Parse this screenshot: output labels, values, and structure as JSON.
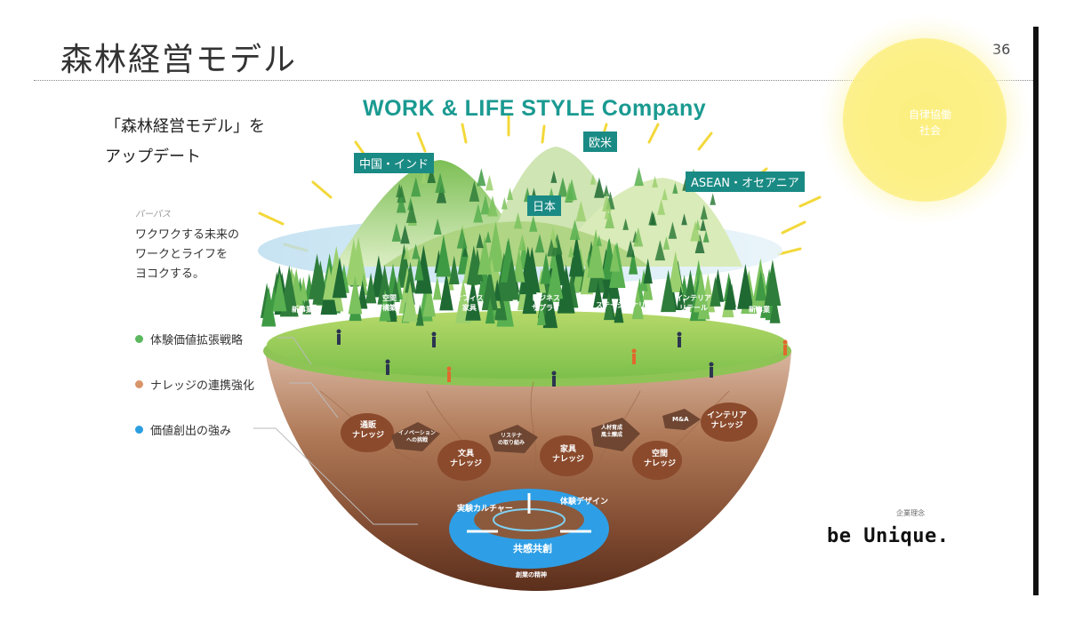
{
  "page": {
    "title": "森林経営モデル",
    "number": "36"
  },
  "left": {
    "subtitle": "「森林経営モデル」を\nアップデート",
    "purpose_label": "パーパス",
    "purpose_text": "ワクワクする未来の\nワークとライフを\nヨコクする。",
    "bullets": [
      {
        "label": "体験価値拡張戦略",
        "color": "#5bb85d"
      },
      {
        "label": "ナレッジの連携強化",
        "color": "#d9956a"
      },
      {
        "label": "価値創出の強み",
        "color": "#2b9ee0"
      }
    ]
  },
  "diagram": {
    "banner": "WORK & LIFE STYLE Company",
    "sun_label": "自律協働\n社会",
    "regions": [
      "中国・インド",
      "欧米",
      "日本",
      "ASEAN・オセアニア"
    ],
    "businesses": [
      "新事業",
      "空間\n構築",
      "オフィス\n家具",
      "ビジネス\nサプライ",
      "ステーショナリー",
      "インテリア\nリテール",
      "新事業"
    ],
    "knowledge": [
      "通販\nナレッジ",
      "イノベーション\nへの挑戦",
      "文具\nナレッジ",
      "リステナ\nの取り組み",
      "家具\nナレッジ",
      "人材育成\n風土醸成",
      "空間\nナレッジ",
      "M&A",
      "インテリア\nナレッジ"
    ],
    "core": [
      "実験カルチャー",
      "体験デザイン",
      "共感共創"
    ],
    "foundation": "創業の精神"
  },
  "philosophy": {
    "label": "企業理念",
    "text": "be Unique."
  },
  "colors": {
    "banner": "#1a9a91",
    "region_tag": "#1a8a84",
    "sun": "#fbf08a",
    "soil": "#8a5236",
    "core_blue": "#2e9fe6"
  }
}
